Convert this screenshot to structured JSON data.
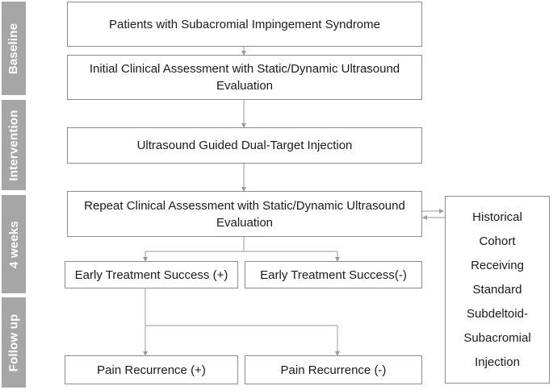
{
  "phases": {
    "baseline": "Baseline",
    "intervention": "Intervention",
    "four_weeks": "4 weeks",
    "follow_up": "Follow up"
  },
  "boxes": {
    "patients": "Patients with Subacromial Impingement Syndrome",
    "initial_assessment": "Initial Clinical Assessment with Static/Dynamic Ultrasound Evaluation",
    "injection": "Ultrasound Guided Dual-Target Injection",
    "repeat_assessment": "Repeat Clinical Assessment with Static/Dynamic Ultrasound Evaluation",
    "success_pos": "Early Treatment Success (+)",
    "success_neg": "Early Treatment Success(-)",
    "recurrence_pos": "Pain Recurrence (+)",
    "recurrence_neg": "Pain Recurrence (-)",
    "historical_cohort": "Historical Cohort Receiving Standard Subdeltoid-Subacromial Injection"
  },
  "colors": {
    "phase_bar": "#a6a6a6",
    "box_border": "#8c8c8c",
    "arrow": "#9a9a9a"
  }
}
